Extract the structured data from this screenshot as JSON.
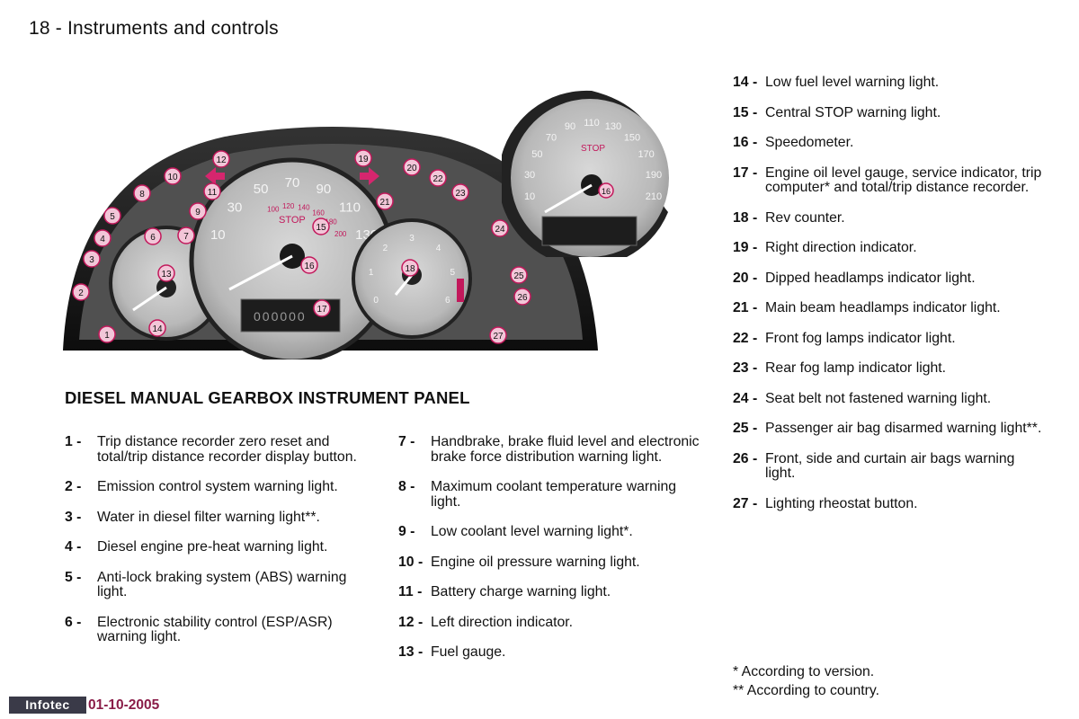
{
  "page": {
    "title": "18 - Instruments and controls",
    "panel_heading": "DIESEL MANUAL GEARBOX INSTRUMENT PANEL"
  },
  "legend": {
    "col1": [
      {
        "num": "1 -",
        "text": "Trip distance recorder zero reset and total/trip distance recorder display button."
      },
      {
        "num": "2 -",
        "text": "Emission control system warning light."
      },
      {
        "num": "3 -",
        "text": "Water in diesel filter warning light**."
      },
      {
        "num": "4 -",
        "text": "Diesel engine pre-heat warning light."
      },
      {
        "num": "5 -",
        "text": "Anti-lock braking system (ABS) warning light."
      },
      {
        "num": "6 -",
        "text": "Electronic stability control (ESP/ASR) warning light."
      }
    ],
    "col2": [
      {
        "num": "7 -",
        "text": "Handbrake, brake fluid level and electronic brake force distribution warning light."
      },
      {
        "num": "8 -",
        "text": "Maximum coolant temperature warning light."
      },
      {
        "num": "9 -",
        "text": "Low coolant level warning light*."
      },
      {
        "num": "10 -",
        "text": "Engine oil pressure warning light."
      },
      {
        "num": "11 -",
        "text": "Battery charge warning light."
      },
      {
        "num": "12 -",
        "text": "Left direction indicator."
      },
      {
        "num": "13 -",
        "text": "Fuel gauge."
      }
    ],
    "col3": [
      {
        "num": "14 -",
        "text": "Low fuel level warning light."
      },
      {
        "num": "15 -",
        "text": "Central STOP warning light."
      },
      {
        "num": "16 -",
        "text": "Speedometer."
      },
      {
        "num": "17 -",
        "text": "Engine oil level gauge, service indicator, trip computer* and total/trip distance recorder."
      },
      {
        "num": "18 -",
        "text": "Rev counter."
      },
      {
        "num": "19 -",
        "text": "Right direction indicator."
      },
      {
        "num": "20 -",
        "text": "Dipped headlamps indicator light."
      },
      {
        "num": "21 -",
        "text": "Main beam headlamps indicator light."
      },
      {
        "num": "22 -",
        "text": "Front fog lamps indicator light."
      },
      {
        "num": "23 -",
        "text": "Rear fog lamp indicator light."
      },
      {
        "num": "24 -",
        "text": "Seat belt not fastened warning light."
      },
      {
        "num": "25 -",
        "text": "Passenger air bag disarmed warning light**."
      },
      {
        "num": "26 -",
        "text": "Front, side and curtain air bags warning light."
      },
      {
        "num": "27 -",
        "text": "Lighting rheostat button."
      }
    ]
  },
  "notes": {
    "version": "*  According to version.",
    "country": "** According to country."
  },
  "footer": {
    "brand": "Infotec",
    "date": "01-10-2005"
  },
  "dial": {
    "speed_marks": [
      "10",
      "30",
      "50",
      "70",
      "90",
      "110",
      "130"
    ],
    "speed_inner_marks": [
      "100",
      "120",
      "140",
      "160",
      "180",
      "200"
    ],
    "stop_label": "STOP",
    "zoom_marks": [
      "10",
      "30",
      "50",
      "70",
      "90",
      "110",
      "130",
      "150",
      "170",
      "190",
      "210"
    ],
    "rev_marks": [
      "0",
      "1",
      "2",
      "3",
      "4",
      "5",
      "6"
    ],
    "odometer": "000000"
  },
  "callouts": [
    "1",
    "2",
    "3",
    "4",
    "5",
    "6",
    "7",
    "8",
    "9",
    "10",
    "11",
    "12",
    "13",
    "14",
    "15",
    "16",
    "17",
    "18",
    "19",
    "20",
    "21",
    "22",
    "23",
    "24",
    "25",
    "26",
    "27"
  ],
  "colors": {
    "callout_fill": "#f2c6d8",
    "callout_stroke": "#c2185b",
    "arrow": "#d6266e",
    "footer_badge": "#3a3a48",
    "footer_date": "#8a1d48"
  }
}
